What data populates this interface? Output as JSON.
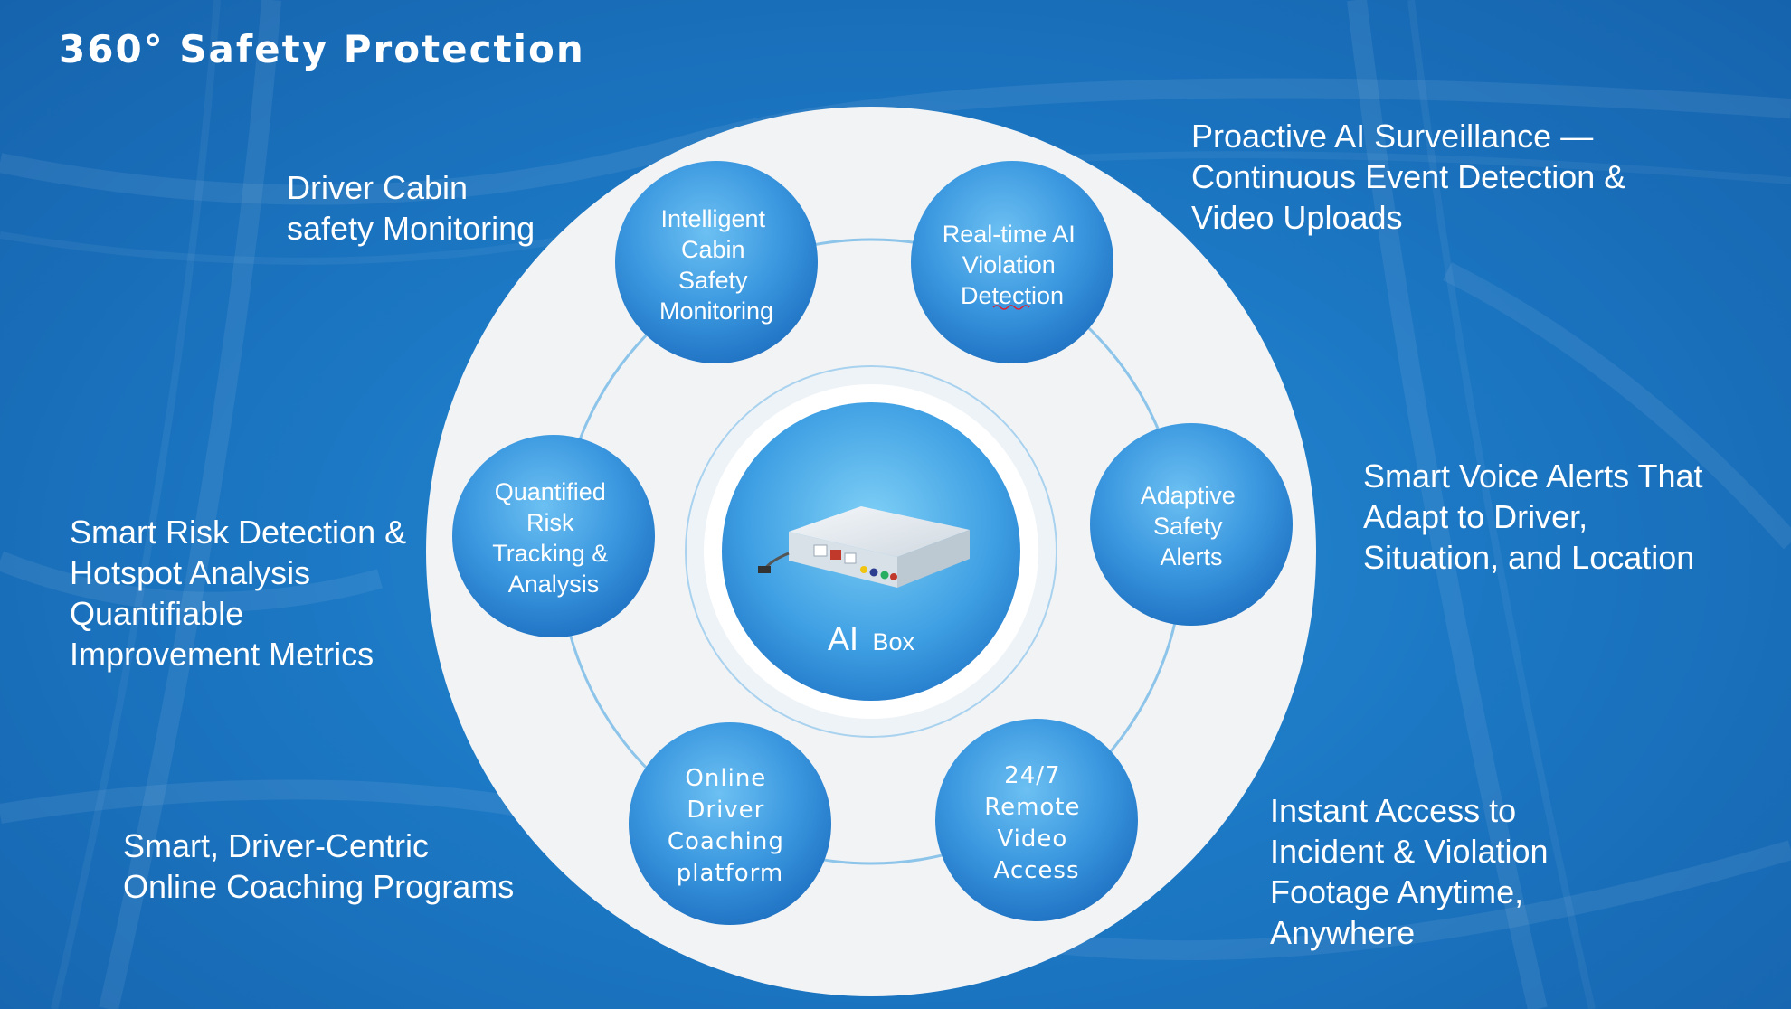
{
  "title": "360° Safety Protection",
  "center": {
    "label_main": "AI",
    "label_sub": "Box"
  },
  "nodes": [
    {
      "lines": [
        "Intelligent",
        "Cabin",
        "Safety",
        "Monitoring"
      ]
    },
    {
      "lines": [
        "Real-time AI",
        "Violation",
        "Detection"
      ]
    },
    {
      "lines": [
        "Adaptive",
        "Safety",
        "Alerts"
      ]
    },
    {
      "lines": [
        "24/7",
        "Remote",
        "Video",
        "Access"
      ]
    },
    {
      "lines": [
        "Online",
        "Driver",
        "Coaching",
        "platform"
      ]
    },
    {
      "lines": [
        "Quantified",
        "Risk",
        "Tracking &",
        "Analysis"
      ]
    }
  ],
  "side_labels": {
    "top_left": [
      "Driver Cabin",
      "safety Monitoring"
    ],
    "top_right": [
      "Proactive AI Surveillance —",
      "Continuous Event Detection &",
      "Video Uploads"
    ],
    "mid_left": [
      "Smart Risk Detection &",
      "Hotspot Analysis",
      "Quantifiable",
      "Improvement Metrics"
    ],
    "mid_right": [
      "Smart Voice Alerts That",
      "Adapt to Driver,",
      "Situation, and Location"
    ],
    "bottom_left": [
      "Smart, Driver-Centric",
      "Online Coaching Programs"
    ],
    "bottom_right": [
      "Instant Access to",
      "Incident & Violation",
      "Footage Anytime,",
      "Anywhere"
    ]
  },
  "colors": {
    "accent": "#1c78c4",
    "node": "#3d9be0",
    "ring": "#f2f3f5"
  }
}
